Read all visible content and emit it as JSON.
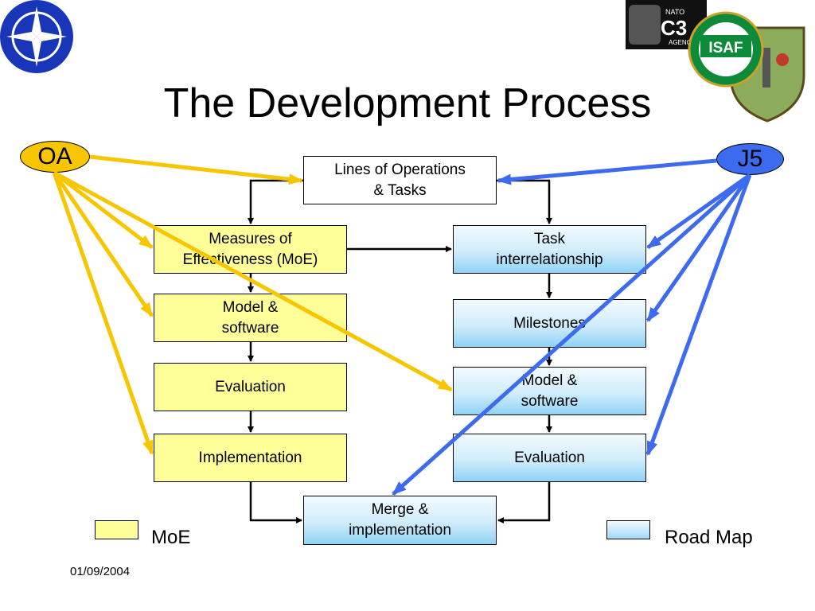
{
  "title": "The Development Process",
  "actors": {
    "oa": "OA",
    "j5": "J5"
  },
  "boxes": {
    "lines_of_operations": "Lines of Operations\n& Tasks",
    "moe": "Measures of\nEffectiveness (MoE)",
    "model_left": "Model &\nsoftware",
    "evaluation_left": "Evaluation",
    "implementation": "Implementation",
    "task_interrelationship": "Task\ninterrelationship",
    "milestones": "Milestones",
    "model_right": "Model &\nsoftware",
    "evaluation_right": "Evaluation",
    "merge": "Merge &\nimplementation"
  },
  "legend": {
    "moe_label": "MoE",
    "roadmap_label": "Road Map"
  },
  "logos": {
    "nato_c3_line1": "NATO",
    "nato_c3_line2": "C3",
    "nato_c3_line3": "AGENCY",
    "isaf": "ISAF"
  },
  "date": "01/09/2004",
  "colors": {
    "oa_arrow": "#f7c600",
    "j5_arrow": "#3d6bef",
    "moe_fill": "#ffff99",
    "roadmap_fill": "#d0ecfb"
  }
}
